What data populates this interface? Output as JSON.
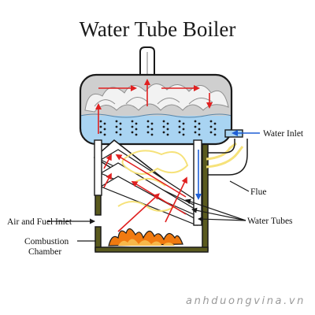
{
  "title": "Water Tube Boiler",
  "labels": {
    "water_inlet": "Water Inlet",
    "flue": "Flue",
    "air_fuel_inlet": "Air and Fuel Inlet",
    "water_tubes": "Water Tubes",
    "combustion_line1": "Combustion",
    "combustion_line2": "Chamber"
  },
  "watermark": "anhduongvina.vn",
  "colors": {
    "outline": "#1a1a1a",
    "water": "#a9d4f2",
    "steam": "#c9c9c9",
    "furnace_wall": "#5a5a1e",
    "flow_arrow": "#e02020",
    "feed_arrow": "#1f5fd6",
    "flame": "#f07a10",
    "flue_gas": "#f6e27a"
  }
}
